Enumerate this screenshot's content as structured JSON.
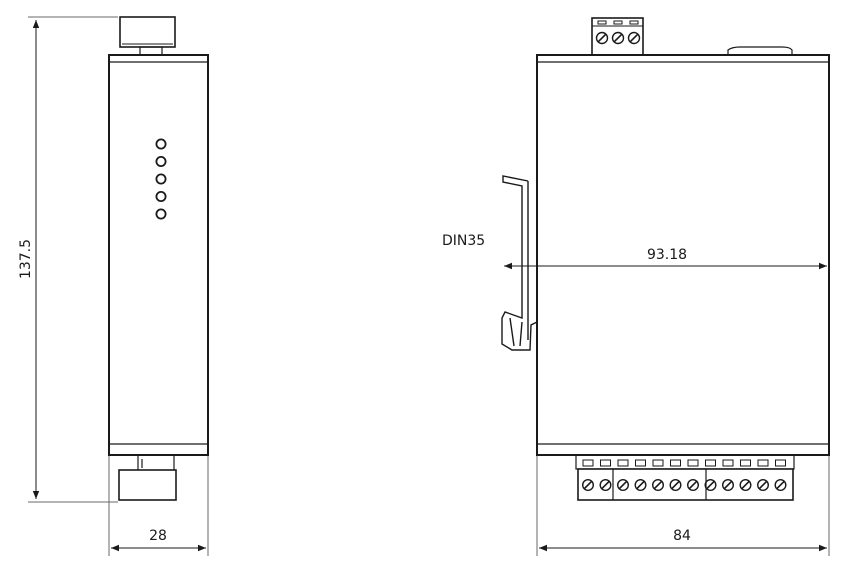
{
  "dimensions": {
    "height": "137.5",
    "side_width": "28",
    "front_width": "84",
    "rail_to_edge": "93.18"
  },
  "labels": {
    "rail": "DIN35"
  },
  "side_view": {
    "led_count": 5
  },
  "front_view": {
    "top_terminal_screws": 3,
    "bottom_terminal_screws": 12
  }
}
